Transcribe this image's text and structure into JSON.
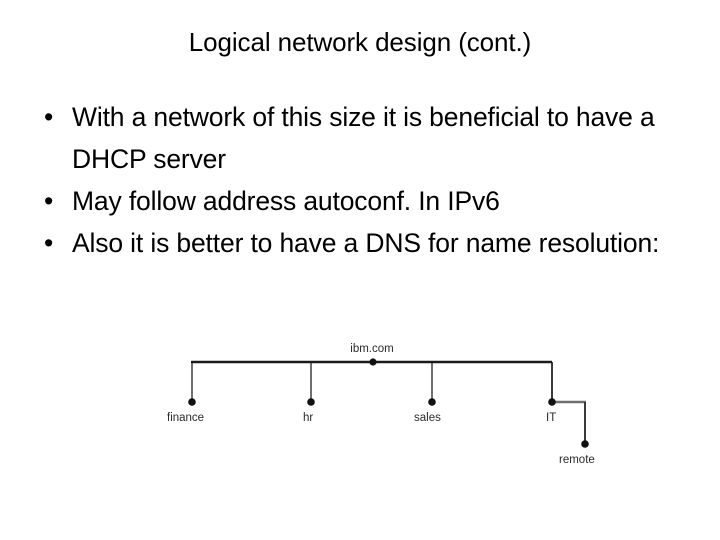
{
  "slide": {
    "title": "Logical network design (cont.)",
    "bullet_marker": "•",
    "bullets": [
      "With a network of this size it is beneficial to have a DHCP server",
      "May follow address autoconf. In IPv6",
      "Also it is better to have a DNS for name resolution:"
    ]
  },
  "diagram": {
    "type": "tree",
    "root": "ibm.com",
    "children": [
      "finance",
      "hr",
      "sales",
      "IT"
    ],
    "grandchildren": [
      {
        "parent": "IT",
        "label": "remote"
      }
    ],
    "colors": {
      "bar": "#1a1a1a",
      "stem": "#6f6f6f",
      "node": "#111111",
      "label": "#2b2b2b"
    }
  }
}
